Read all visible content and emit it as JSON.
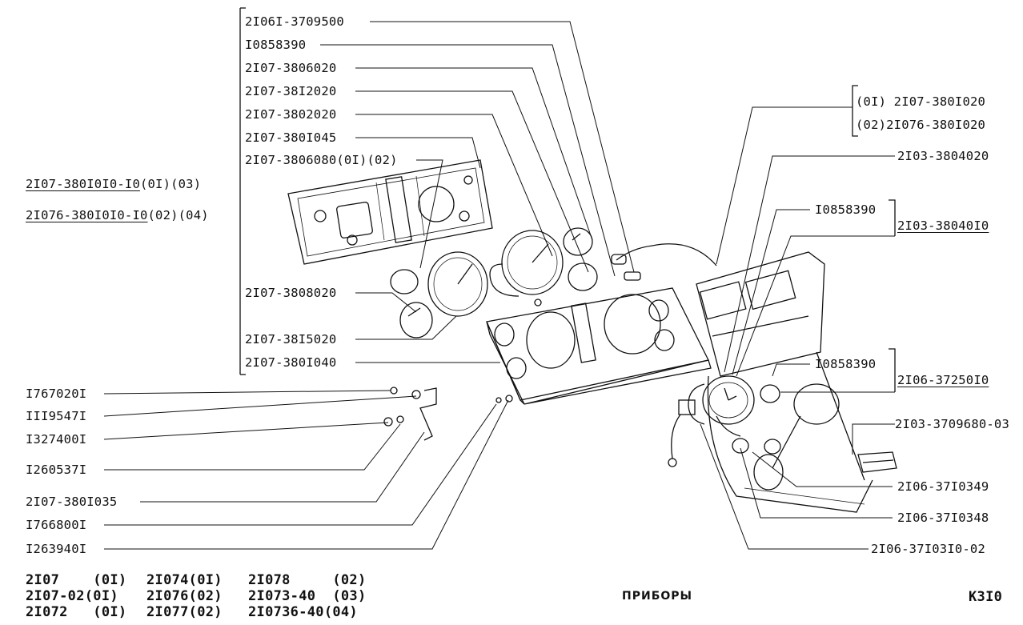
{
  "callouts": {
    "left_top": [
      {
        "id": "c1",
        "text": "2I06I-3709500"
      },
      {
        "id": "c2",
        "text": "I0858390"
      },
      {
        "id": "c3",
        "text": "2I07-3806020"
      },
      {
        "id": "c4",
        "text": "2I07-38I2020"
      },
      {
        "id": "c5",
        "text": "2I07-3802020"
      },
      {
        "id": "c6",
        "text": "2I07-380I045"
      },
      {
        "id": "c7",
        "text": "2I07-3806080(0I)(02)"
      }
    ],
    "left_mid": [
      {
        "id": "c8",
        "text": "2I07-3808020"
      },
      {
        "id": "c9",
        "text": "2I07-38I5020"
      },
      {
        "id": "c10",
        "text": "2I07-380I040"
      }
    ],
    "assembly": [
      {
        "id": "a1",
        "text": "2I07-380I0I0-I0",
        "suffix": "(0I)(03)"
      },
      {
        "id": "a2",
        "text": "2I076-380I0I0-I0",
        "suffix": "(02)(04)"
      }
    ],
    "left_bottom": [
      {
        "id": "b1",
        "text": "I767020I"
      },
      {
        "id": "b2",
        "text": "III9547I"
      },
      {
        "id": "b3",
        "text": "I327400I"
      },
      {
        "id": "b4",
        "text": "I260537I"
      },
      {
        "id": "b5",
        "text": "2I07-380I035"
      },
      {
        "id": "b6",
        "text": "I766800I"
      },
      {
        "id": "b7",
        "text": "I263940I"
      }
    ],
    "right": [
      {
        "id": "r1",
        "text": "(0I) 2I07-380I020"
      },
      {
        "id": "r2",
        "text": "(02)2I076-380I020"
      },
      {
        "id": "r3",
        "text": "2I03-3804020"
      },
      {
        "id": "r4",
        "text": "I0858390"
      },
      {
        "id": "r5",
        "text": "2I03-38040I0"
      },
      {
        "id": "r6",
        "text": "I0858390"
      },
      {
        "id": "r7",
        "text": "2I06-37250I0"
      },
      {
        "id": "r8",
        "text": "2I03-3709680-03"
      },
      {
        "id": "r9",
        "text": "2I06-37I0349"
      },
      {
        "id": "r10",
        "text": "2I06-37I0348"
      },
      {
        "id": "r11",
        "text": "2I06-37I03I0-02"
      }
    ]
  },
  "footer": {
    "col1": [
      "2I07    (0I)",
      "2I07-02(0I)",
      "2I072   (0I)"
    ],
    "col2": [
      "2I074(0I)",
      "2I076(02)",
      "2I077(02)"
    ],
    "col3": [
      "2I078     (02)",
      "2I073-40  (03)",
      "2I0736-40(04)"
    ],
    "title": "ПРИБОРЫ",
    "page": "К3I0"
  }
}
